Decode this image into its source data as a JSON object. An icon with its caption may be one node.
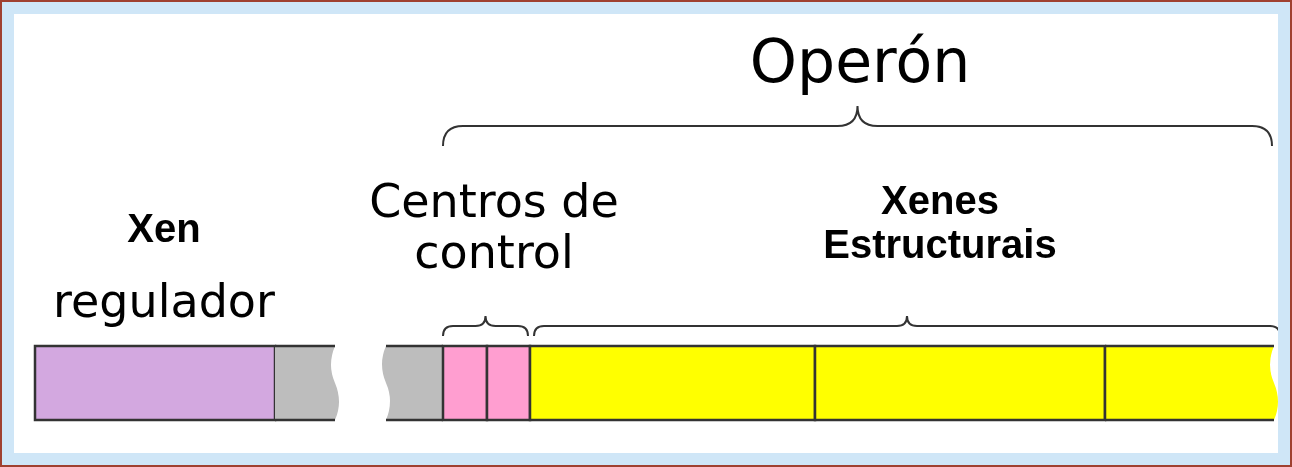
{
  "diagram": {
    "title": "Operón",
    "labels": [
      "Xen",
      "regulador",
      "Centros de control",
      "Xenes Estructurais"
    ]
  }
}
